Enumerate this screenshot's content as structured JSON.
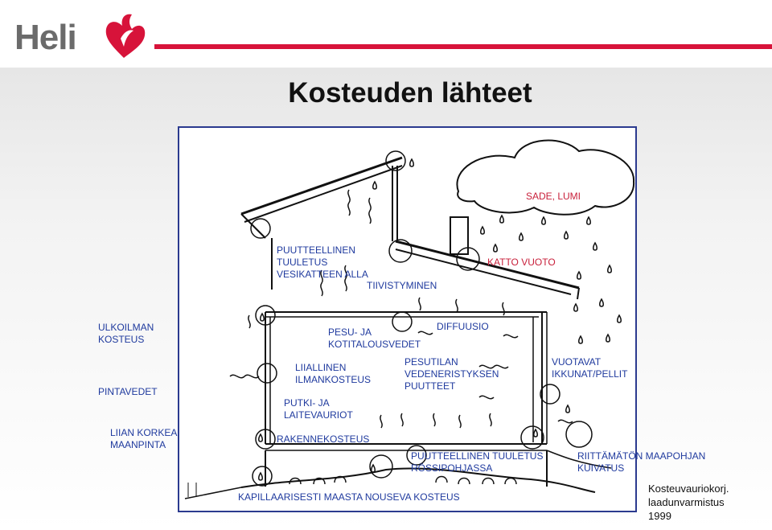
{
  "header": {
    "logo_text": "Heli",
    "logo_icon": "heart-leaf-icon",
    "brand_color": "#d7133a"
  },
  "slide": {
    "title": "Kosteuden lähteet"
  },
  "diagram": {
    "labels": {
      "sade_lumi": "SADE, LUMI",
      "katto_vuoto": "KATTO VUOTO",
      "puutteellinen_tuuletus_line1": "PUUTTEELLINEN",
      "puutteellinen_tuuletus_line2": "TUULETUS",
      "puutteellinen_tuuletus_line3": "VESIKATTEEN ALLA",
      "tiivistyminen": "TIIVISTYMINEN",
      "ulkoilman_kosteus_line1": "ULKOILMAN",
      "ulkoilman_kosteus_line2": "KOSTEUS",
      "pesu_line1": "PESU- JA",
      "pesu_line2": "KOTITALOUSVEDET",
      "diffuusio": "DIFFUUSIO",
      "liiallinen_line1": "LIIALLINEN",
      "liiallinen_line2": "ILMANKOSTEUS",
      "pesutilan_line1": "PESUTILAN",
      "pesutilan_line2": "VEDENERISTYKSEN",
      "pesutilan_line3": "PUUTTEET",
      "vuotavat_line1": "VUOTAVAT",
      "vuotavat_line2": "IKKUNAT/PELLIT",
      "pintavedet": "PINTAVEDET",
      "putki_line1": "PUTKI- JA",
      "putki_line2": "LAITEVAURIOT",
      "liian_korkea_line1": "LIIAN KORKEA",
      "liian_korkea_line2": "MAANPINTA",
      "rakennekosteus": "RAKENNEKOSTEUS",
      "ryomintapohja_line1": "PUUTTEELLINEN TUULETUS",
      "ryomintapohja_line2": "RÖSSIPOHJASSA",
      "riittamaton_line1": "RIITTÄMÄTÖN MAAPOHJAN",
      "riittamaton_line2": "KUIVATUS",
      "kapillaarisesti": "KAPILLAARISESTI MAASTA NOUSEVA KOSTEUS"
    },
    "icons": [
      "droplet-icon",
      "cloud-icon",
      "wavy-arrow-icon",
      "circle-marker-icon"
    ]
  },
  "credit": {
    "line1": "Kosteuvauriokorj.",
    "line2": "laadunvarmistus",
    "line3": "1999"
  }
}
